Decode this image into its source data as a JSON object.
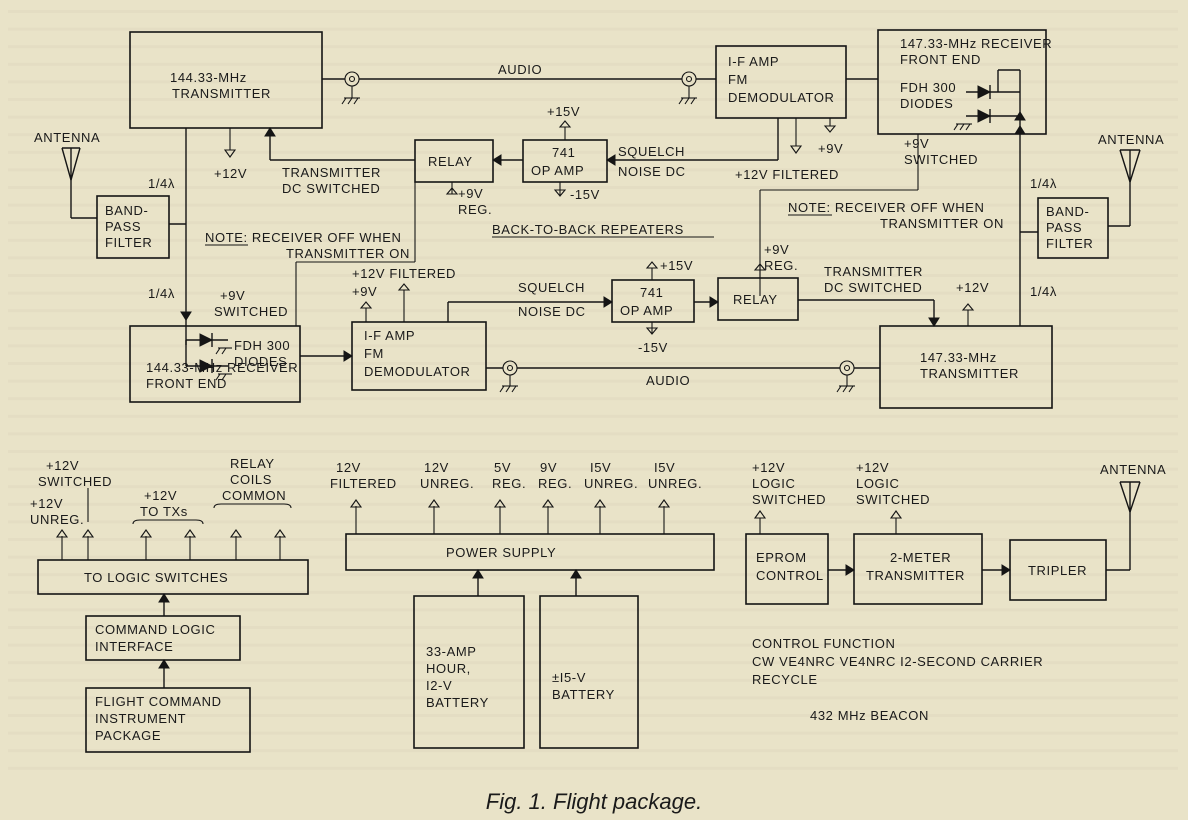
{
  "caption": "Fig. 1. Flight package.",
  "labels": {
    "tx_144_l1": "144.33-MHz",
    "tx_144_l2": "TRANSMITTER",
    "audio_top": "AUDIO",
    "if_top_l1": "I-F  AMP",
    "if_top_l2": "FM",
    "if_top_l3": "DEMODULATOR",
    "rx_147_l1": "147.33-MHz RECEIVER",
    "rx_147_l2": "FRONT END",
    "fdh_top_l1": "FDH 300",
    "fdh_top_l2": "DIODES",
    "antenna_left": "ANTENNA",
    "antenna_right_mid": "ANTENNA",
    "antenna_right_bottom": "ANTENNA",
    "quarter_wave_a": "1/4λ",
    "quarter_wave_b": "1/4λ",
    "quarter_wave_c": "1/4λ",
    "quarter_wave_d": "1/4λ",
    "plus15_top": "+15V",
    "minus15_top": "-15V",
    "op_top_l1": "741",
    "op_top_l2": "OP  AMP",
    "squelch_top_l1": "SQUELCH",
    "squelch_top_l2": "NOISE DC",
    "relay_top": "RELAY",
    "plus9_top_if": "+9V",
    "plus9_switched_top_l1": "+9V",
    "plus9_switched_top_l2": "SWITCHED",
    "plus12_filtered_top": "+12V FILTERED",
    "plus12_tx_top": "+12V",
    "tx_dc_switched_top_l1": "TRANSMITTER",
    "tx_dc_switched_top_l2": "DC  SWITCHED",
    "plus9_reg_top_l1": "+9V",
    "plus9_reg_top_l2": "REG.",
    "bpf_left_l1": "BAND-",
    "bpf_left_l2": "PASS",
    "bpf_left_l3": "FILTER",
    "note_left_l1": "NOTE: RECEIVER OFF WHEN",
    "note_left_l2": "TRANSMITTER ON",
    "back_to_back": "BACK-TO-BACK  REPEATERS",
    "note_right_l1": "NOTE: RECEIVER OFF WHEN",
    "note_right_l2": "TRANSMITTER ON",
    "bpf_right_l1": "BAND-",
    "bpf_right_l2": "PASS",
    "bpf_right_l3": "FILTER",
    "plus9_switched_mid_l1": "+9V",
    "plus9_switched_mid_l2": "SWITCHED",
    "plus12_filtered_mid": "+12V FILTERED",
    "plus9_mid_if": "+9V",
    "squelch_mid_l1": "SQUELCH",
    "squelch_mid_l2": "NOISE DC",
    "plus15_mid": "+15V",
    "minus15_mid": "-15V",
    "op_mid_l1": "741",
    "op_mid_l2": "OP  AMP",
    "plus9_reg_mid_l1": "+9V",
    "plus9_reg_mid_l2": "REG.",
    "relay_mid": "RELAY",
    "tx_dc_switched_mid_l1": "TRANSMITTER",
    "tx_dc_switched_mid_l2": "DC  SWITCHED",
    "plus12_tx_mid": "+12V",
    "fdh_mid_l1": "FDH 300",
    "fdh_mid_l2": "DIODES",
    "rx_144_l1": "144.33-MHz RECEIVER",
    "rx_144_l2": "FRONT END",
    "if_mid_l1": "I-F  AMP",
    "if_mid_l2": "FM",
    "if_mid_l3": "DEMODULATOR",
    "audio_mid": "AUDIO",
    "tx_147_l1": "147.33-MHz",
    "tx_147_l2": "TRANSMITTER",
    "plus12_switched_l1": "+12V",
    "plus12_switched_l2": "SWITCHED",
    "plus12_unreg_l1": "+12V",
    "plus12_unreg_l2": "UNREG.",
    "plus12_to_txs_l1": "+12V",
    "plus12_to_txs_l2": "TO TXs",
    "relay_coils_l1": "RELAY",
    "relay_coils_l2": "COILS",
    "relay_coils_l3": "COMMON",
    "to_logic_switches": "TO  LOGIC  SWITCHES",
    "command_logic_l1": "COMMAND LOGIC",
    "command_logic_l2": "INTERFACE",
    "flight_cmd_l1": "FLIGHT COMMAND",
    "flight_cmd_l2": "INSTRUMENT",
    "flight_cmd_l3": "PACKAGE",
    "ps_12v_filtered_l1": "12V",
    "ps_12v_filtered_l2": "FILTERED",
    "ps_12v_unreg_l1": "12V",
    "ps_12v_unreg_l2": "UNREG.",
    "ps_5v_reg_l1": "5V",
    "ps_5v_reg_l2": "REG.",
    "ps_9v_reg_l1": "9V",
    "ps_9v_reg_l2": "REG.",
    "ps_15v_unreg_l1": "I5V",
    "ps_15v_unreg_l2": "UNREG.",
    "ps_15v_unreg_b_l1": "I5V",
    "ps_15v_unreg_b_l2": "UNREG.",
    "power_supply": "POWER  SUPPLY",
    "battery_33_l1": "33-AMP",
    "battery_33_l2": "HOUR,",
    "battery_33_l3": "I2-V",
    "battery_33_l4": "BATTERY",
    "battery_15_l1": "±I5-V",
    "battery_15_l2": "BATTERY",
    "logic_switched_a_l1": "+12V",
    "logic_switched_a_l2": "LOGIC",
    "logic_switched_a_l3": "SWITCHED",
    "logic_switched_b_l1": "+12V",
    "logic_switched_b_l2": "LOGIC",
    "logic_switched_b_l3": "SWITCHED",
    "eprom_l1": "EPROM",
    "eprom_l2": "CONTROL",
    "two_meter_l1": "2-METER",
    "two_meter_l2": "TRANSMITTER",
    "tripler": "TRIPLER",
    "control_function_l1": "CONTROL FUNCTION",
    "control_function_l2": "CW  VE4NRC  VE4NRC  I2-SECOND CARRIER",
    "control_function_l3": "RECYCLE",
    "beacon": "432 MHz BEACON"
  },
  "colors": {
    "paper": "#e9e3c8",
    "ink": "#151515"
  }
}
